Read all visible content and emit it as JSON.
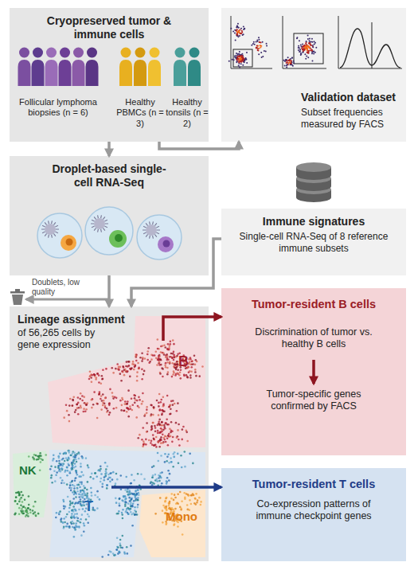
{
  "diagram": {
    "nodes": [
      {
        "text": [
          "Cryopreserved tumor & immune cells",
          "Follicular lymphoma biopsies (n = 6)",
          "Healthy PBMCs (n = 3)",
          "Healthy tonsils (n = 2)"
        ]
      },
      {
        "text": [
          "Validation dataset",
          "Subset frequencies measured by FACS"
        ]
      },
      {
        "text": [
          "Droplet-based single-cell RNA-Seq"
        ]
      },
      {
        "text": [
          "Immune signatures",
          "Single-cell RNA-Seq of 8 reference immune subsets"
        ]
      },
      {
        "text": [
          "Lineage assignment",
          "of 56,265 cells by gene expression"
        ]
      },
      {
        "text": [
          "Tumor-resident B cells",
          "Discrimination of tumor vs. healthy B cells",
          "Tumor-specific genes confirmed by FACS"
        ]
      },
      {
        "text": [
          "Tumor-resident T cells",
          "Co-expression patterns of immune checkpoint genes"
        ]
      }
    ],
    "edges": [
      {
        "from": 0,
        "to": 1,
        "arrow": "to"
      },
      {
        "from": 0,
        "to": 2,
        "arrow": "to"
      },
      {
        "from": 2,
        "to": 4,
        "arrow": "to"
      },
      {
        "from": 3,
        "to": 4,
        "arrow": "to"
      },
      {
        "from": 4,
        "to": 5,
        "arrow": "to"
      },
      {
        "from": 4,
        "to": 6,
        "arrow": "to"
      }
    ],
    "labels": [
      "Doublets, low quality",
      "B",
      "T",
      "NK",
      "Mono"
    ]
  }
}
